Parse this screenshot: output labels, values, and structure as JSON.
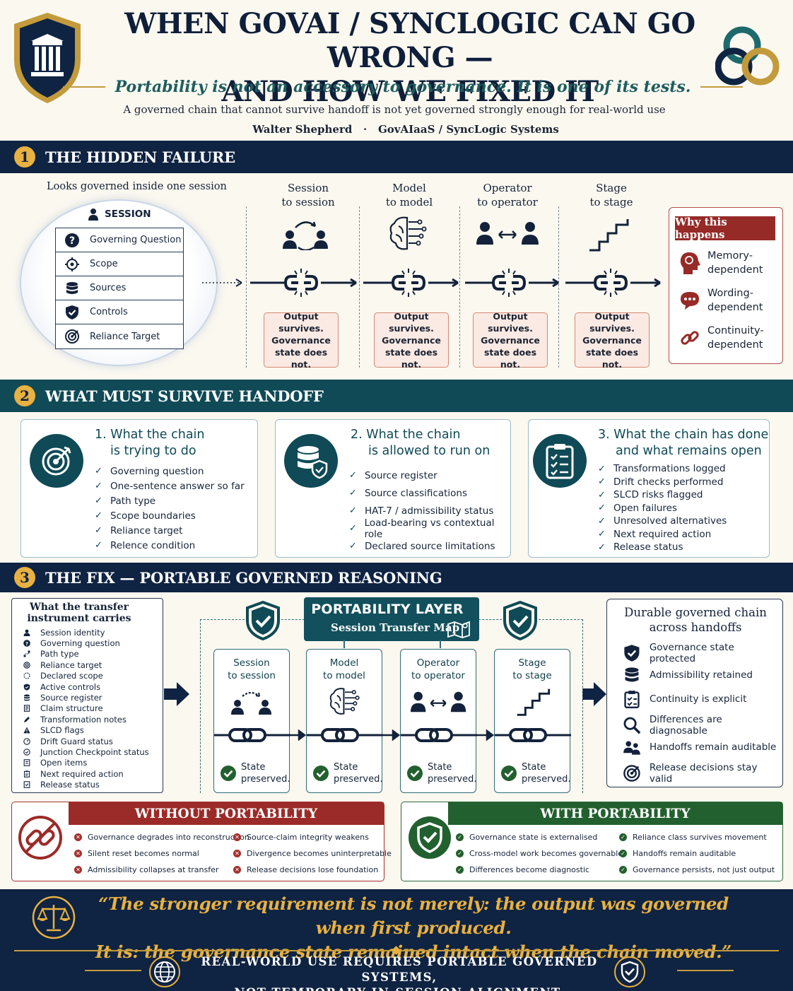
{
  "header": {
    "title_line1": "WHEN GOVAI / SYNCLOGIC CAN GO WRONG —",
    "title_line2": "AND HOW WE FIXED IT",
    "tagline": "Portability is not an accessory to governance. It is one of its tests.",
    "subtitle": "A governed chain that cannot survive handoff is not yet governed strongly enough for real-world use",
    "author": "Walter Shepherd",
    "separator": "·",
    "org": "GovAIaaS / SyncLogic Systems"
  },
  "section1": {
    "number": "1",
    "title": "THE HIDDEN FAILURE",
    "caption": "Looks governed inside one session",
    "session_label": "SESSION",
    "session_items": [
      "Governing Question",
      "Scope",
      "Sources",
      "Controls",
      "Reliance Target"
    ],
    "handoffs": [
      {
        "line1": "Session",
        "line2": "to session"
      },
      {
        "line1": "Model",
        "line2": "to model"
      },
      {
        "line1": "Operator",
        "line2": "to operator"
      },
      {
        "line1": "Stage",
        "line2": "to stage"
      }
    ],
    "output_note": [
      "Output",
      "survives.",
      "Governance",
      "state does not."
    ],
    "why": {
      "title": "Why this happens",
      "items": [
        {
          "line1": "Memory-",
          "line2": "dependent"
        },
        {
          "line1": "Wording-",
          "line2": "dependent"
        },
        {
          "line1": "Continuity-",
          "line2": "dependent"
        }
      ]
    }
  },
  "section2": {
    "number": "2",
    "title": "WHAT MUST SURVIVE HANDOFF",
    "cards": [
      {
        "num": "1.",
        "line1": "What the chain",
        "line2": "is trying to do",
        "items": [
          "Governing question",
          "One-sentence answer so far",
          "Path type",
          "Scope boundaries",
          "Reliance target",
          "Relence condition"
        ]
      },
      {
        "num": "2.",
        "line1": "What the chain",
        "line2": "is allowed to run on",
        "items": [
          "Source register",
          "Source classifications",
          "HAT-7 / admissibility status",
          "Load-bearing vs contextual role",
          "Declared source limitations"
        ]
      },
      {
        "num": "3.",
        "line1": "What the chain has done",
        "line2": "and what remains open",
        "items": [
          "Transformations logged",
          "Drift checks performed",
          "SLCD risks flagged",
          "Open failures",
          "Unresolved alternatives",
          "Next required action",
          "Release status"
        ]
      }
    ]
  },
  "section3": {
    "number": "3",
    "title": "THE FIX — PORTABLE GOVERNED REASONING",
    "carries_title_line1": "What the transfer",
    "carries_title_line2": "instrument carries",
    "carries": [
      "Session identity",
      "Governing question",
      "Path type",
      "Reliance target",
      "Declared scope",
      "Active controls",
      "Source register",
      "Claim structure",
      "Transformation notes",
      "SLCD flags",
      "Drift Guard status",
      "Junction Checkpoint status",
      "Open items",
      "Next required action",
      "Release status"
    ],
    "layer_title": "PORTABILITY LAYER",
    "layer_subtitle": "Session Transfer Map",
    "stages": [
      {
        "line1": "Session",
        "line2": "to session"
      },
      {
        "line1": "Model",
        "line2": "to model"
      },
      {
        "line1": "Operator",
        "line2": "to operator"
      },
      {
        "line1": "Stage",
        "line2": "to stage"
      }
    ],
    "state_line1": "State",
    "state_line2": "preserved.",
    "durable_title_line1": "Durable governed chain",
    "durable_title_line2": "across handoffs",
    "durable": [
      {
        "icon": "shield-check-icon",
        "text": "Governance state protected"
      },
      {
        "icon": "database-icon",
        "text": "Admissibility retained"
      },
      {
        "icon": "checklist-icon",
        "text": "Continuity is explicit"
      },
      {
        "icon": "magnifier-icon",
        "text": "Differences are diagnosable"
      },
      {
        "icon": "people-icon",
        "text": "Handoffs remain auditable"
      },
      {
        "icon": "target-icon",
        "text": "Release decisions stay valid"
      }
    ]
  },
  "comparison": {
    "without_title": "WITHOUT PORTABILITY",
    "without": [
      "Governance degrades into reconstruction",
      "Silent reset becomes normal",
      "Admissibility collapses at transfer",
      "Source-claim integrity weakens",
      "Divergence becomes uninterpretable",
      "Release decisions lose foundation"
    ],
    "with_title": "WITH PORTABILITY",
    "with": [
      "Governance state is externalised",
      "Cross-model work becomes governable",
      "Differences become diagnostic",
      "Reliance class survives movement",
      "Handoffs remain auditable",
      "Governance persists, not just output"
    ]
  },
  "footer": {
    "quote_line1": "“The stronger requirement is not merely: the output was governed when first produced.",
    "quote_line2": "It is: the governance state remained intact when the chain moved.”",
    "closing_line1": "REAL-WORLD USE REQUIRES PORTABLE GOVERNED SYSTEMS,",
    "closing_line2": "NOT TEMPORARY IN-SESSION ALIGNMENT."
  },
  "colors": {
    "navy": "#0f2342",
    "teal": "#0f4a56",
    "gold": "#e8b141",
    "red": "#9b2b28",
    "green": "#23602f"
  }
}
